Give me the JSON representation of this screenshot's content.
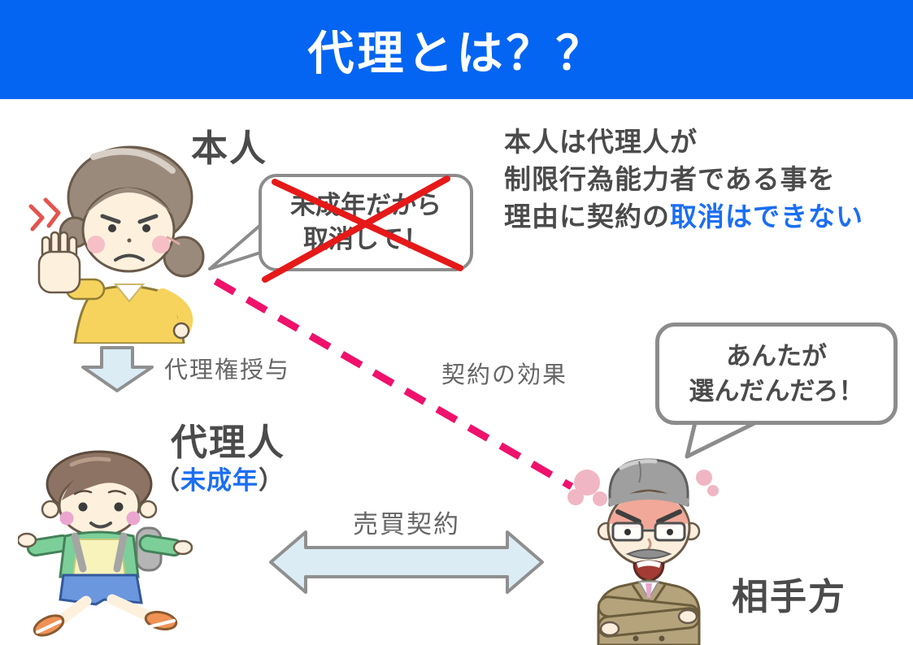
{
  "header": {
    "title": "代理とは？？"
  },
  "principal": {
    "label": "本人",
    "bubble_line1": "未成年だから",
    "bubble_line2": "取消して！"
  },
  "agent": {
    "label": "代理人",
    "paren_open": "（",
    "minor_note": "未成年",
    "paren_close": "）"
  },
  "counterparty": {
    "label": "相手方",
    "bubble_line1": "あんたが",
    "bubble_line2": "選んだんだろ！"
  },
  "explanation": {
    "line1": "本人は代理人が",
    "line2": "制限行為能力者である事を",
    "line3_prefix": "理由に契約の",
    "line3_highlight": "取消はできない"
  },
  "labels": {
    "grant": "代理権授与",
    "effect": "契約の効果",
    "contract": "売買契約"
  },
  "colors": {
    "header_blue": "#0465f2",
    "accent_blue": "#1b6ef3",
    "text_dark": "#4b4b4b",
    "text_gray": "#666666",
    "pink": "#ef116b",
    "red": "#e61919",
    "arrow_fill": "#dbecf5",
    "arrow_stroke": "#8f8f8f",
    "bubble_border": "#8c8c8c"
  }
}
